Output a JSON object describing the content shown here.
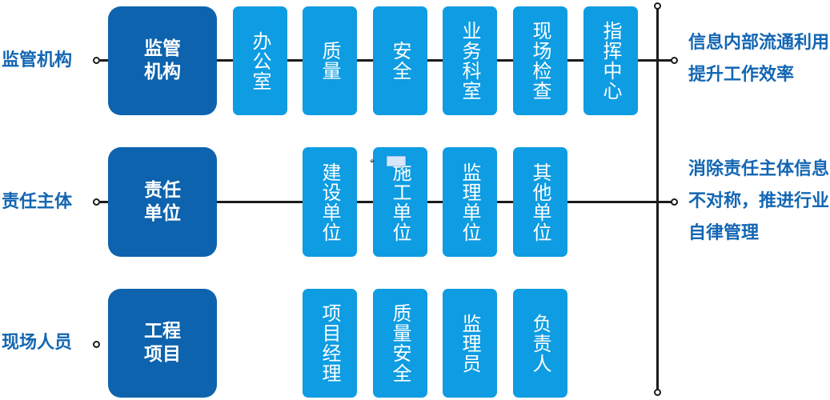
{
  "rows": [
    {
      "label": "监管机构",
      "main": "监管机构",
      "subs": [
        "办公室",
        "质量",
        "安全",
        "业务科室",
        "现场检查",
        "指挥中心"
      ]
    },
    {
      "label": "责任主体",
      "main": "责任单位",
      "subs": [
        "建设单位",
        "施工单位",
        "监理单位",
        "其他单位"
      ]
    },
    {
      "label": "现场人员",
      "main": "工程项目",
      "subs": [
        "项目经理",
        "质量安全",
        "监理员",
        "负责人"
      ]
    }
  ],
  "right_texts": [
    "信息内部流通利用提升工作效率",
    "消除责任主体信息不对称，推进行业自律管理"
  ],
  "colors": {
    "main_box": "#0d63ad",
    "sub_box": "#0e9ce2",
    "label_text": "#1366b3",
    "lines": "#1b1b1b"
  },
  "icons": [
    "crosshair-cursor-icon",
    "image-placeholder-icon"
  ]
}
